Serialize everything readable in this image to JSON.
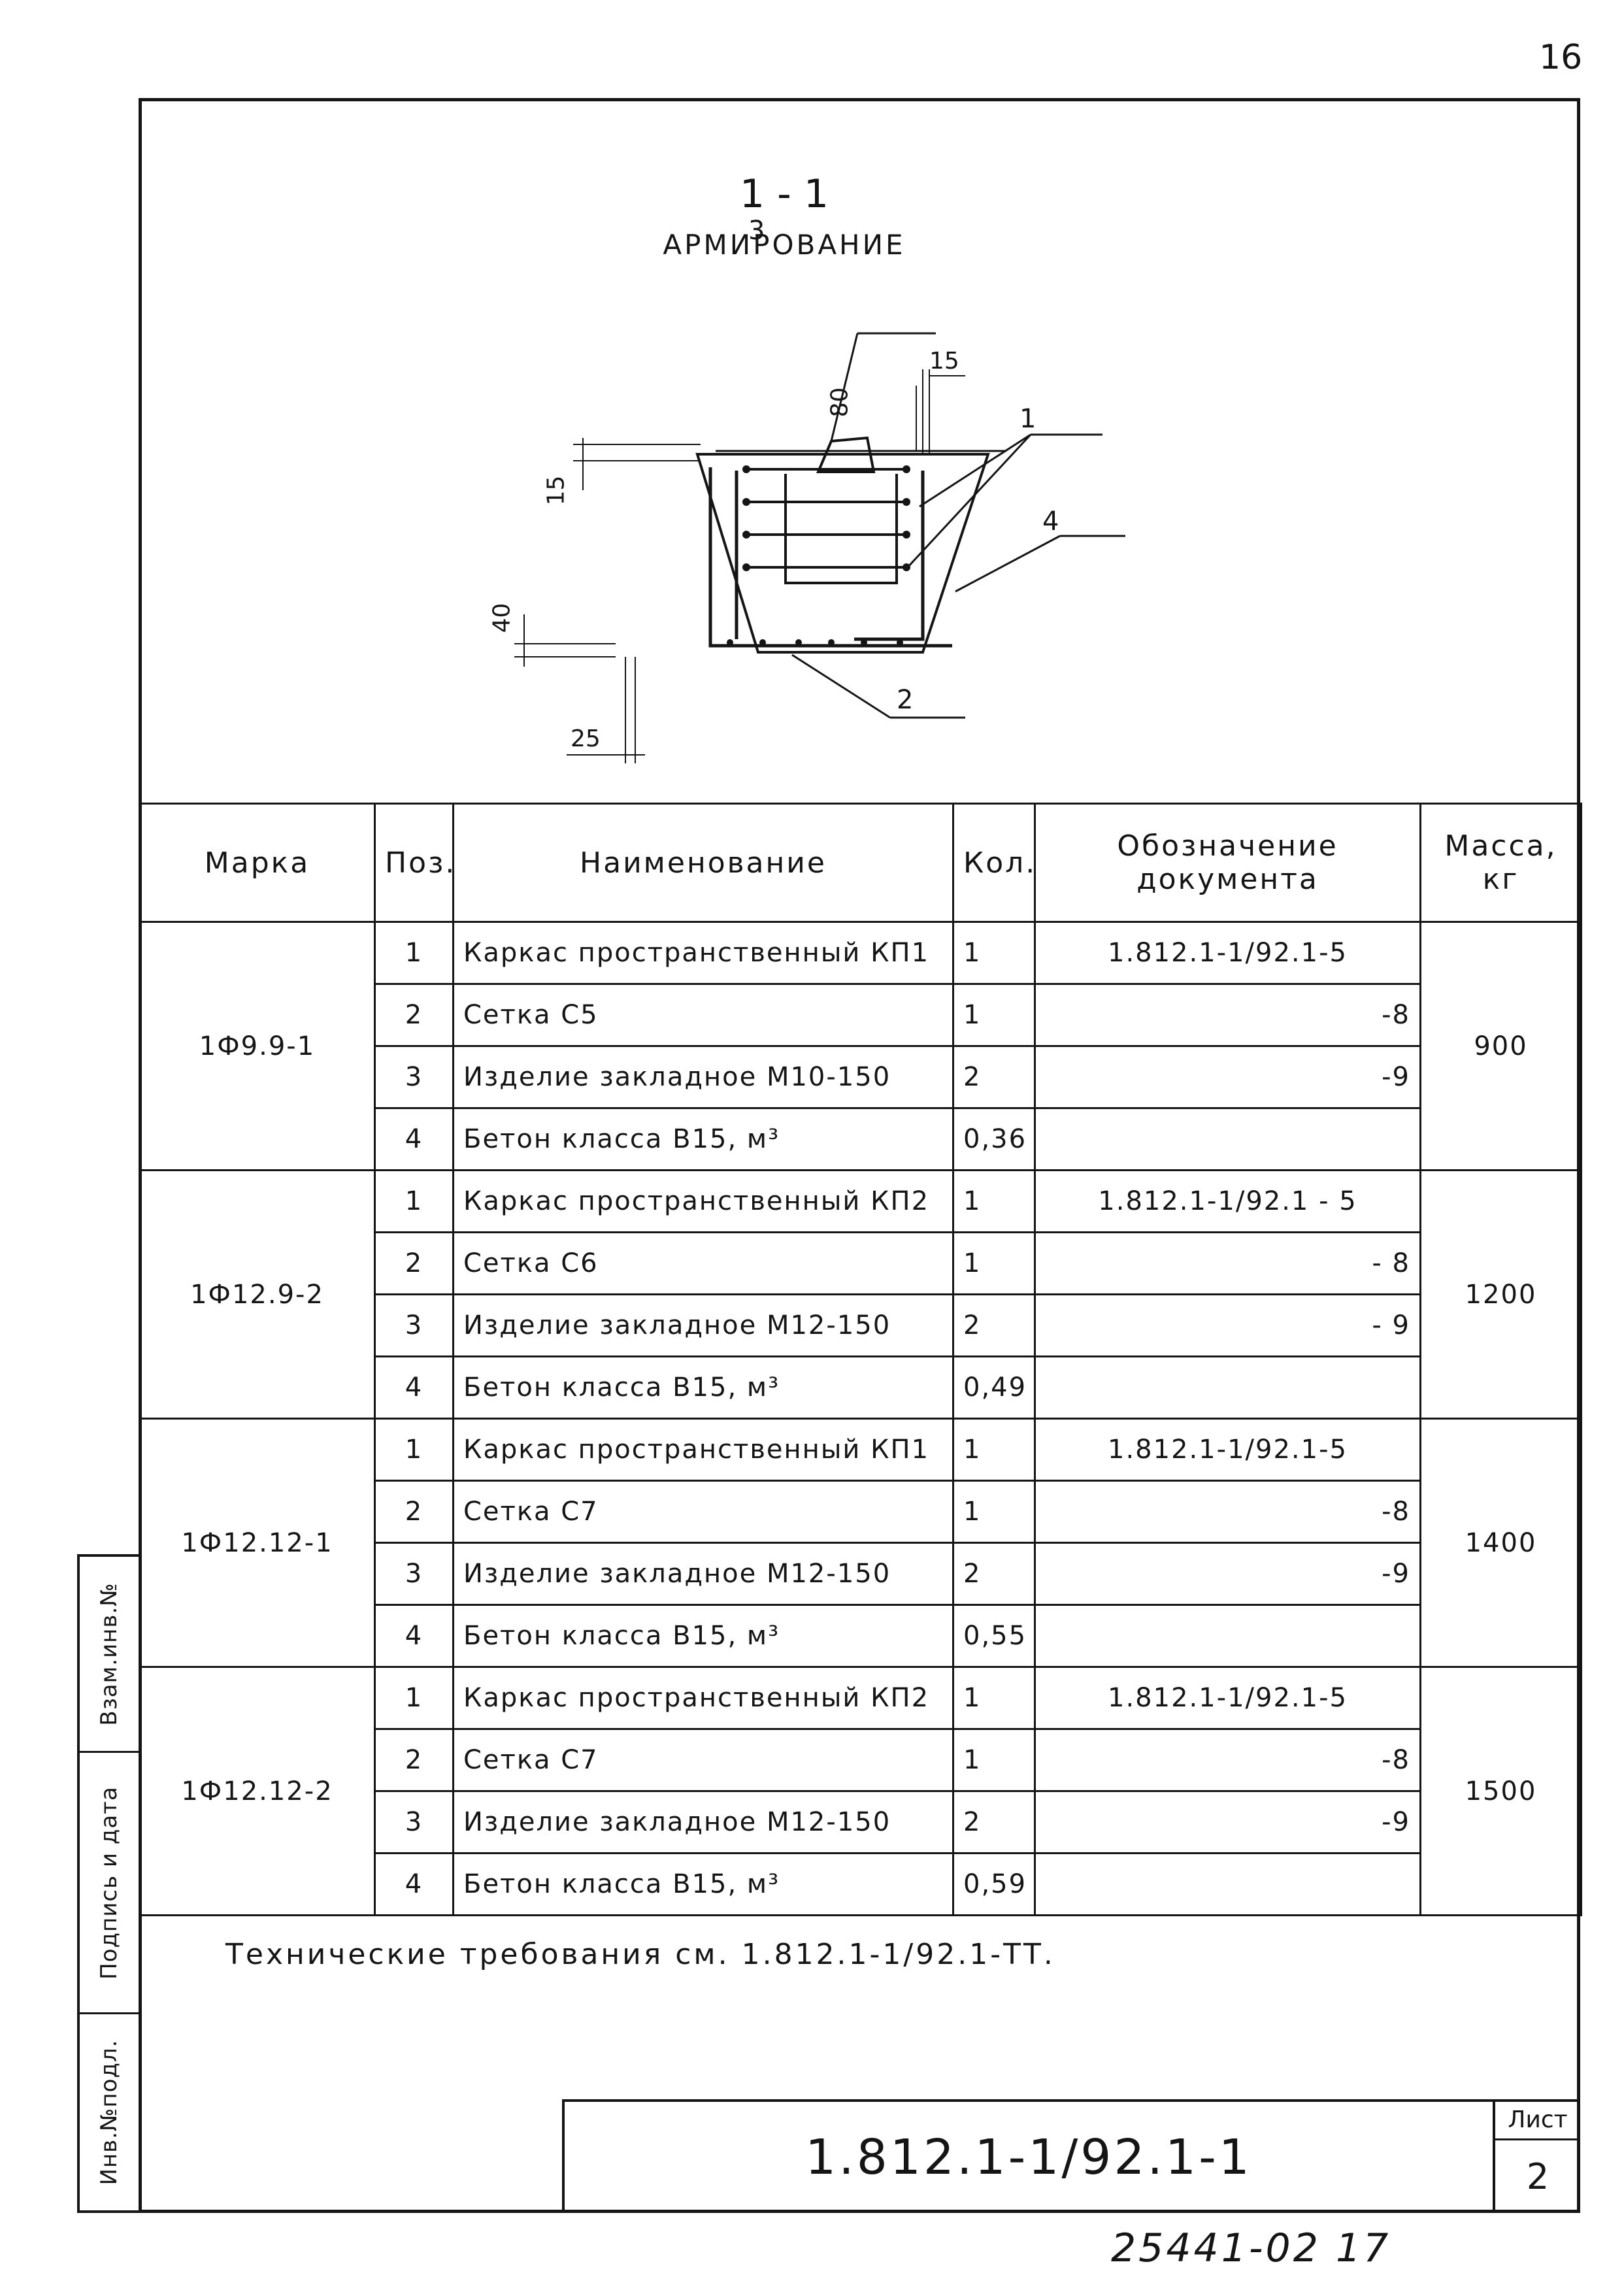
{
  "page_number": "16",
  "section": {
    "title": "1 - 1",
    "subtitle": "АРМИРОВАНИЕ"
  },
  "drawing": {
    "callouts": {
      "c1": "1",
      "c2": "2",
      "c3": "3",
      "c4": "4"
    },
    "dimensions": {
      "d15_top": "15",
      "d80": "80",
      "d15_left": "15",
      "d40": "40",
      "d25": "25"
    }
  },
  "table": {
    "headers": {
      "mark": "Марка",
      "pos": "Поз.",
      "name": "Наименование",
      "qty": "Кол.",
      "doc": "Обозначение документа",
      "mass": "Масса, кг"
    },
    "groups": [
      {
        "mark": "1Ф9.9-1",
        "mass": "900",
        "rows": [
          {
            "pos": "1",
            "name": "Каркас пространственный КП1",
            "qty": "1",
            "doc": "1.812.1-1/92.1-5"
          },
          {
            "pos": "2",
            "name": "Сетка С5",
            "qty": "1",
            "doc": "-8"
          },
          {
            "pos": "3",
            "name": "Изделие закладное М10-150",
            "qty": "2",
            "doc": "-9"
          },
          {
            "pos": "4",
            "name": "Бетон класса В15, м³",
            "qty": "0,36",
            "doc": ""
          }
        ]
      },
      {
        "mark": "1Ф12.9-2",
        "mass": "1200",
        "rows": [
          {
            "pos": "1",
            "name": "Каркас пространственный КП2",
            "qty": "1",
            "doc": "1.812.1-1/92.1 - 5"
          },
          {
            "pos": "2",
            "name": "Сетка С6",
            "qty": "1",
            "doc": "- 8"
          },
          {
            "pos": "3",
            "name": "Изделие закладное М12-150",
            "qty": "2",
            "doc": "- 9"
          },
          {
            "pos": "4",
            "name": "Бетон класса В15, м³",
            "qty": "0,49",
            "doc": ""
          }
        ]
      },
      {
        "mark": "1Ф12.12-1",
        "mass": "1400",
        "rows": [
          {
            "pos": "1",
            "name": "Каркас пространственный КП1",
            "qty": "1",
            "doc": "1.812.1-1/92.1-5"
          },
          {
            "pos": "2",
            "name": "Сетка С7",
            "qty": "1",
            "doc": "-8"
          },
          {
            "pos": "3",
            "name": "Изделие закладное М12-150",
            "qty": "2",
            "doc": "-9"
          },
          {
            "pos": "4",
            "name": "Бетон класса В15, м³",
            "qty": "0,55",
            "doc": ""
          }
        ]
      },
      {
        "mark": "1Ф12.12-2",
        "mass": "1500",
        "rows": [
          {
            "pos": "1",
            "name": "Каркас пространственный КП2",
            "qty": "1",
            "doc": "1.812.1-1/92.1-5"
          },
          {
            "pos": "2",
            "name": "Сетка С7",
            "qty": "1",
            "doc": "-8"
          },
          {
            "pos": "3",
            "name": "Изделие закладное М12-150",
            "qty": "2",
            "doc": "-9"
          },
          {
            "pos": "4",
            "name": "Бетон класса В15, м³",
            "qty": "0,59",
            "doc": ""
          }
        ]
      }
    ]
  },
  "technical_note": "Технические требования см. 1.812.1-1/92.1-ТТ.",
  "side_labels": {
    "inv_ref": "Взам.инв.№",
    "sign_date": "Подпись и дата",
    "inv_orig": "Инв.№подл."
  },
  "title_block": {
    "doc_code": "1.812.1-1/92.1-1",
    "sheet_label": "Лист",
    "sheet_number": "2"
  },
  "stamp": "25441-02   17"
}
